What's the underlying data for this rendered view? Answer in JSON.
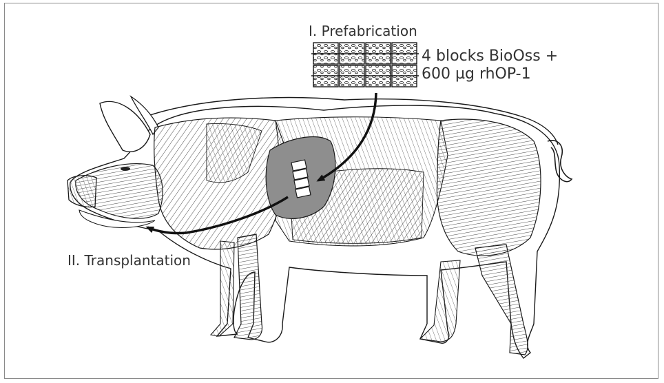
{
  "step_prefabrication": "I. Prefabrication",
  "implant_line1": "4 blocks BioOss +",
  "implant_line2": "600 µg rhOP-1",
  "step_transplantation": "II. Transplantation",
  "colors": {
    "outline": "#1a1a1a",
    "muscle_shading": "#555555",
    "implant_site_fill": "#8e8e8e",
    "text": "#333333",
    "frame": "#8a8a8a"
  },
  "block_count": 4
}
